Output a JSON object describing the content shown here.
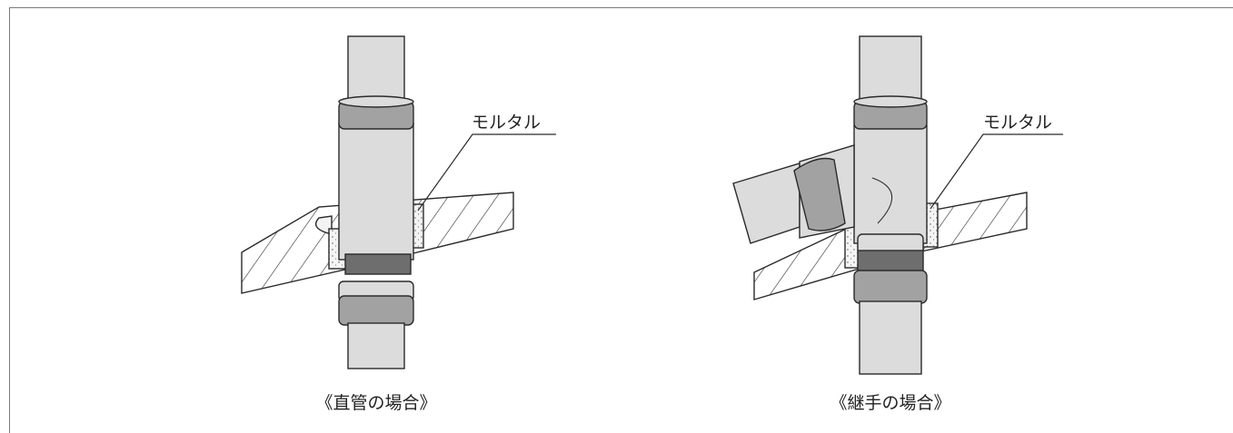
{
  "left_figure": {
    "callout": "モルタル",
    "caption": "《直管の場合》"
  },
  "right_figure": {
    "callout": "モルタル",
    "caption": "《継手の場合》"
  },
  "colors": {
    "line": "#2a2a2a",
    "pipe": "#dcdcdc",
    "band": "#9a9a9a",
    "band_dark": "#6e6e6e",
    "mortar": "#f3f3f3"
  }
}
